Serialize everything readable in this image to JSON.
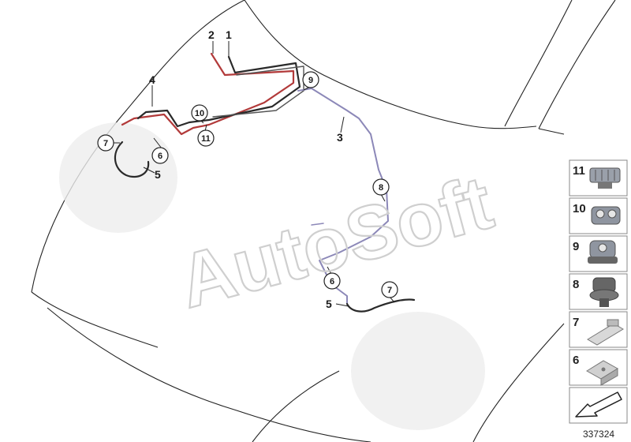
{
  "callouts": {
    "p1": "1",
    "p2": "2",
    "p3": "3",
    "p4": "4",
    "p5a": "5",
    "p5b": "5",
    "p6a": "6",
    "p6b": "6",
    "p7a": "7",
    "p7b": "7",
    "p8": "8",
    "p9": "9",
    "p10": "10",
    "p11": "11"
  },
  "legend": [
    {
      "number": "11",
      "part": "multi-clip-holder"
    },
    {
      "number": "10",
      "part": "double-pipe-clip"
    },
    {
      "number": "9",
      "part": "pipe-clip"
    },
    {
      "number": "8",
      "part": "expanding-clip"
    },
    {
      "number": "7",
      "part": "hose-bracket"
    },
    {
      "number": "6",
      "part": "mounting-bracket"
    }
  ],
  "watermark": "AutoSoft",
  "drawing_number": "337324",
  "colors": {
    "outline": "#222222",
    "brake_line_red": "#b23a3a",
    "brake_line_black": "#2a2a2a",
    "brake_line_purple": "#8c88b8",
    "watermark": "#cfcfcf"
  },
  "icons": {
    "arrow": "arrow-down-left-icon"
  }
}
